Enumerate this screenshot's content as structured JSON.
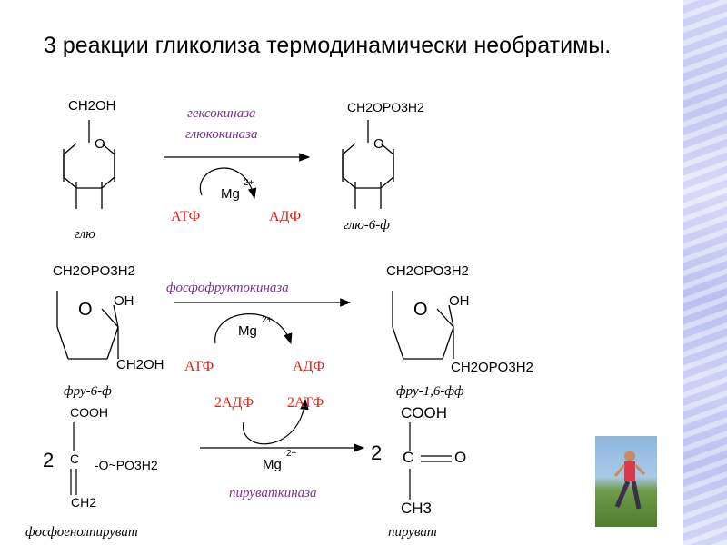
{
  "title": "3 реакции гликолиза термодинамически необратимы.",
  "reaction1": {
    "substrate_group": "CH2OH",
    "ring_oxygen": "O",
    "enzyme1": "гексокиназа",
    "enzyme2": "глюкокиназа",
    "cofactor": "Mg",
    "cofactor_charge": "2+",
    "atp": "АТФ",
    "adp": "АДФ",
    "product_group": "CH2OPO3H2",
    "substrate_name": "глю",
    "product_name": "глю-6-ф"
  },
  "reaction2": {
    "substrate_top": "CH2OPO3H2",
    "substrate_oh": "OH",
    "substrate_bottom": "CH2OH",
    "ring_oxygen": "O",
    "enzyme": "фосфофруктокиназа",
    "cofactor": "Mg",
    "cofactor_charge": "2+",
    "atp": "АТФ",
    "adp": "АДФ",
    "product_top": "CH2OPO3H2",
    "product_oh": "OH",
    "product_bottom": "CH2OPO3H2",
    "substrate_name": "фру-6-ф",
    "product_name": "фру-1,6-фф"
  },
  "reaction3": {
    "coefficient": "2",
    "cooh": "COOH",
    "c_atom": "C",
    "phosphate": "-O~PO3H2",
    "ch2": "CH2",
    "adp2": "2АДФ",
    "atp2": "2АТФ",
    "cofactor": "Mg",
    "cofactor_charge": "2+",
    "enzyme": "пируваткиназа",
    "product_coefficient": "2",
    "product_cooh": "COOH",
    "product_c": "C",
    "product_o": "O",
    "product_ch3": "CH3",
    "substrate_name": "фосфоенолпируват",
    "product_name": "пируват"
  },
  "colors": {
    "enzyme": "#7b2f8e",
    "energy": "#e0241b",
    "side_panel": "#c9cdf4"
  }
}
